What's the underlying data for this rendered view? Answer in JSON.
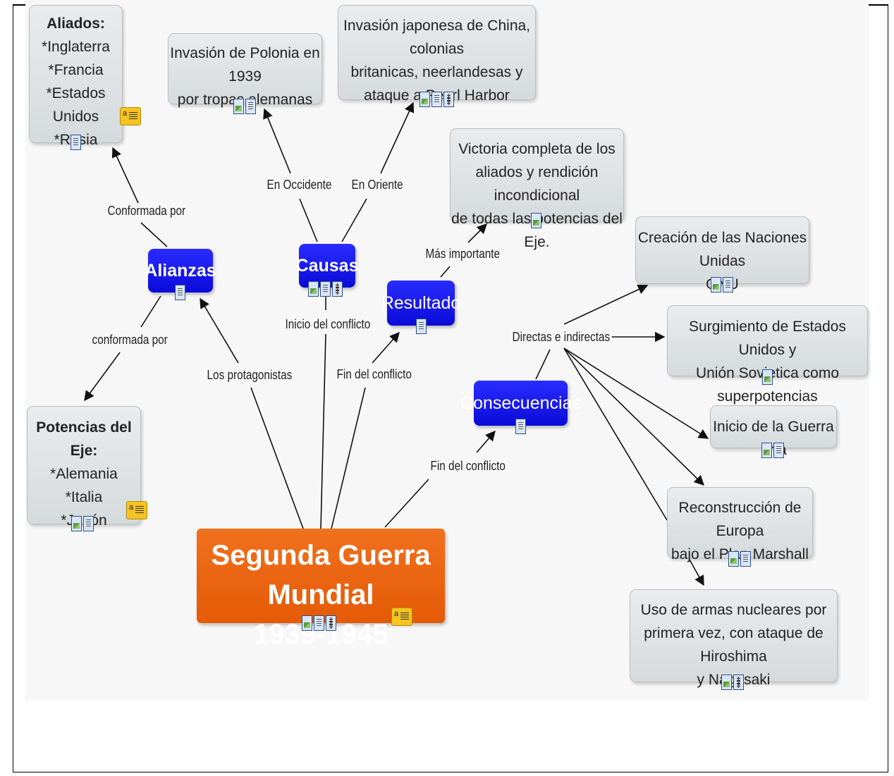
{
  "title": "Segunda Guerra Mundial",
  "years": "1939-1945",
  "nodes": {
    "aliados": {
      "heading": "Aliados:",
      "items": [
        "*Inglaterra",
        "*Francia",
        "*Estados Unidos",
        "*Rusia"
      ]
    },
    "polonia": {
      "lines": [
        "Invasión de Polonia en 1939",
        "por tropas alemanas"
      ]
    },
    "japon": {
      "lines": [
        "Invasión japonesa de China, colonias",
        "britanicas, neerlandesas y",
        "ataque a Pearl Harbor"
      ]
    },
    "victoria": {
      "lines": [
        "Victoria completa de los",
        "aliados y rendición incondicional",
        "de todas las potencias del Eje."
      ]
    },
    "alianzas": "Alianzas",
    "causas": "Causas",
    "resultado": "Resultado",
    "consecuencias": "Consecuencias",
    "eje": {
      "heading": "Potencias del Eje:",
      "items": [
        "*Alemania",
        "*Italia",
        "*Japón"
      ]
    },
    "onu": {
      "lines": [
        "Creación de las Naciones Unidas",
        "ONU"
      ]
    },
    "superpotencias": {
      "lines": [
        "Surgimiento de Estados Unidos y",
        "Unión Sovietica como superpotencias"
      ]
    },
    "guerra_fria": {
      "lines": [
        "Inicio de la Guerra Fría"
      ]
    },
    "marshall": {
      "lines": [
        "Reconstrucción de Europa",
        "bajo el Plan Marshall"
      ]
    },
    "nucleares": {
      "lines": [
        "Uso de armas nucleares por",
        "primera vez, con ataque de Hiroshima",
        "y Nagasaki"
      ]
    }
  },
  "links": {
    "conformada_por_1": "Conformada por",
    "conformada_por_2": "conformada por",
    "en_occidente": "En Occidente",
    "en_oriente": "En Oriente",
    "mas_importante": "Más importante",
    "inicio_conflicto": "Inicio del conflicto",
    "los_protagonistas": "Los protagonistas",
    "fin_conflicto_1": "Fin del conflicto",
    "fin_conflicto_2": "Fin del conflicto",
    "directas_indirectas": "Directas e indirectas"
  },
  "colors": {
    "main": "#e8620c",
    "concept": "#0c0ce0",
    "box": "#dde1e4"
  }
}
